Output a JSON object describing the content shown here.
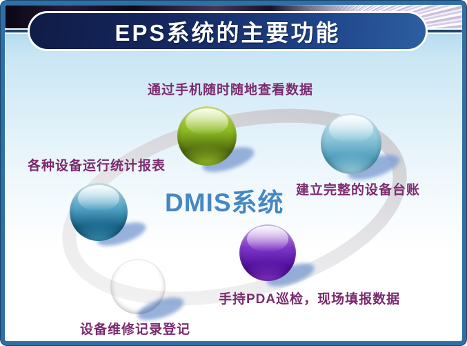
{
  "slide": {
    "title": "EPS系统的主要功能",
    "center_label": "DMIS系统",
    "colors": {
      "frame": "#2f6fa5",
      "banner_dark": "#101c47",
      "banner_light": "#2d5fa0",
      "title_text": "#ffffff",
      "label_text": "#7b2a6e",
      "center_text": "#4587c2",
      "ring": "#d9d9dc",
      "shadow": "#7e9ed2"
    },
    "nodes": [
      {
        "id": "mobile-view",
        "label": "通过手机随时随地查看数据",
        "sphere_color": "#8ab820"
      },
      {
        "id": "reports",
        "label": "各种设备运行统计报表",
        "sphere_color": "#2d85ae"
      },
      {
        "id": "ledger",
        "label": "建立完整的设备台账",
        "sphere_color": "#62afc9"
      },
      {
        "id": "pda",
        "label": "手持PDA巡检，现场填报数据",
        "sphere_color": "#661bb4"
      },
      {
        "id": "maintenance",
        "label": "设备维修记录登记",
        "sphere_color": "#bc5c7e"
      }
    ]
  }
}
